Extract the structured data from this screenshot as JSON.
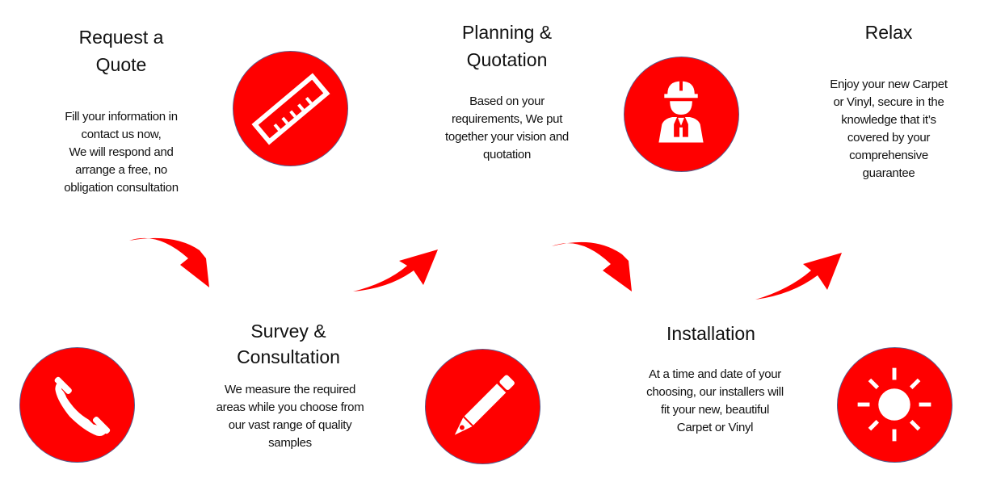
{
  "accent_color": "#ff0000",
  "steps": [
    {
      "title": "Request a\nQuote",
      "description": "Fill your information in\ncontact us now,\nWe will respond and\narrange a free, no\nobligation consultation",
      "icon": "ruler-icon"
    },
    {
      "title": "Survey &\nConsultation",
      "description": "We measure the required\nareas while you choose from\nour vast range of quality\nsamples",
      "icon": "pencil-icon"
    },
    {
      "title": "Planning &\nQuotation",
      "description": "Based on your\nrequirements, We put\ntogether your vision and\nquotation",
      "icon": "construction-worker-icon"
    },
    {
      "title": "Installation",
      "description": "At a time and date of your\nchoosing, our installers will\nfit your new, beautiful\nCarpet or Vinyl",
      "icon": "sun-icon"
    },
    {
      "title": "Relax",
      "description": "Enjoy your new Carpet\nor Vinyl, secure in the\nknowledge that it’s\ncovered by your\ncomprehensive\nguarantee",
      "icon": "phone-icon"
    }
  ],
  "icons": {
    "ruler": "ruler-icon",
    "phone": "phone-icon",
    "pencil": "pencil-icon",
    "worker": "construction-worker-icon",
    "sun": "sun-icon"
  }
}
